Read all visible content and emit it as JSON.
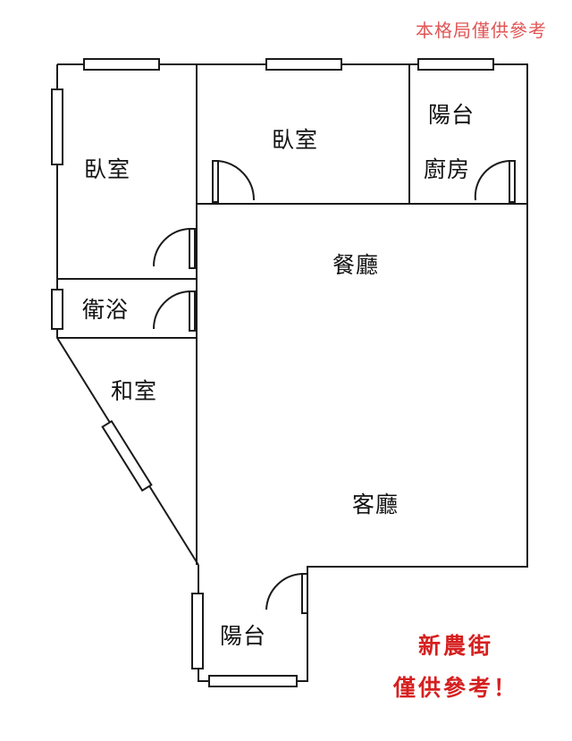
{
  "disclaimer": "本格局僅供參考",
  "rooms": {
    "bedroom_left": "臥室",
    "bedroom_top": "臥室",
    "balcony_top": "陽台",
    "kitchen": "廚房",
    "dining": "餐廳",
    "bathroom": "衛浴",
    "japanese_room": "和室",
    "living": "客廳",
    "balcony_bottom": "陽台"
  },
  "note": {
    "street": "新農街",
    "caption": "僅供參考！"
  },
  "colors": {
    "disclaimer": "#e05555",
    "note": "#d62020",
    "walls": "#1a1a1a"
  }
}
